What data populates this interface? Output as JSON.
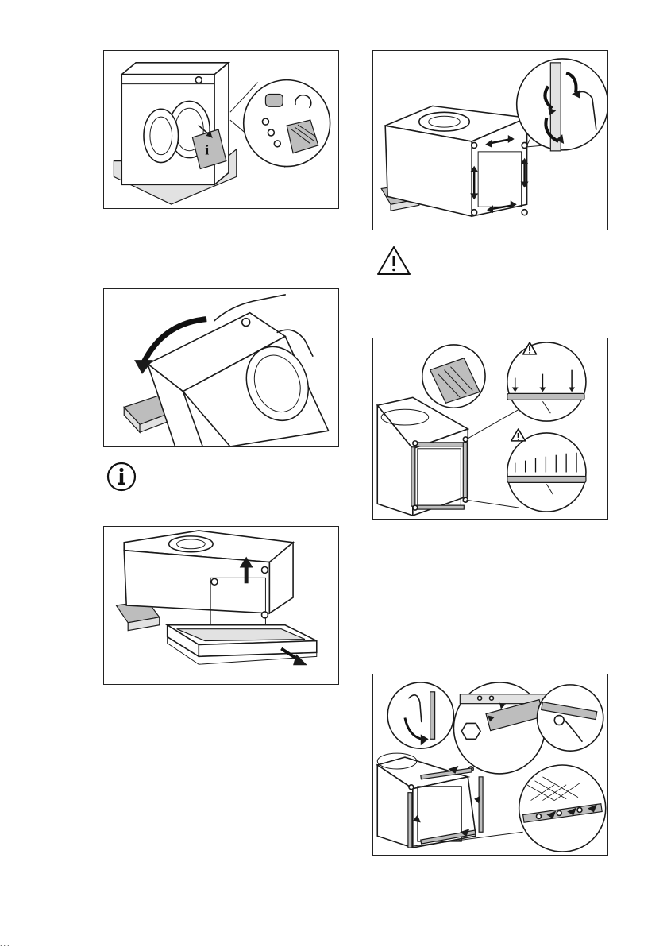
{
  "figures": [
    {
      "id": "unpack-accessories"
    },
    {
      "id": "tilt-machine"
    },
    {
      "id": "remove-base"
    },
    {
      "id": "clean-frame"
    },
    {
      "id": "apply-gaskets"
    },
    {
      "id": "fit-gasket-strips"
    }
  ],
  "icons": {
    "warning": "warning-icon",
    "info": "info-icon"
  },
  "footer": {
    "text": "..."
  }
}
